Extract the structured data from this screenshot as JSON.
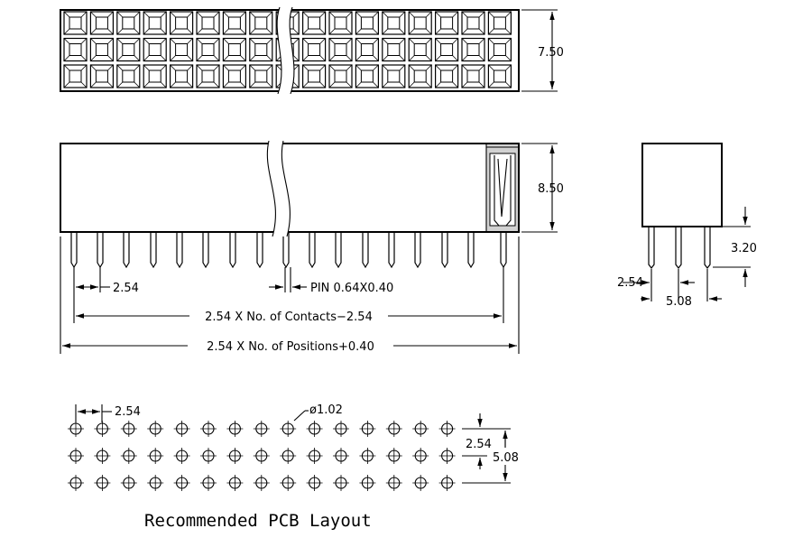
{
  "dimensions": {
    "top_height": "7.50",
    "body_height": "8.50",
    "pitch": "2.54",
    "pin_size": "PIN  0.64X0.40",
    "contacts_length": "2.54  X  No.  of  Contacts−2.54",
    "positions_length": "2.54  X  No.  of  Positions+0.40",
    "side_pin_length": "3.20",
    "side_pitch": "2.54",
    "side_row_span": "5.08",
    "pcb_pitch": "2.54",
    "pcb_hole": "ø1.02",
    "pcb_row_pitch": "2.54",
    "pcb_row_span": "5.08"
  },
  "caption": "Recommended PCB Layout"
}
